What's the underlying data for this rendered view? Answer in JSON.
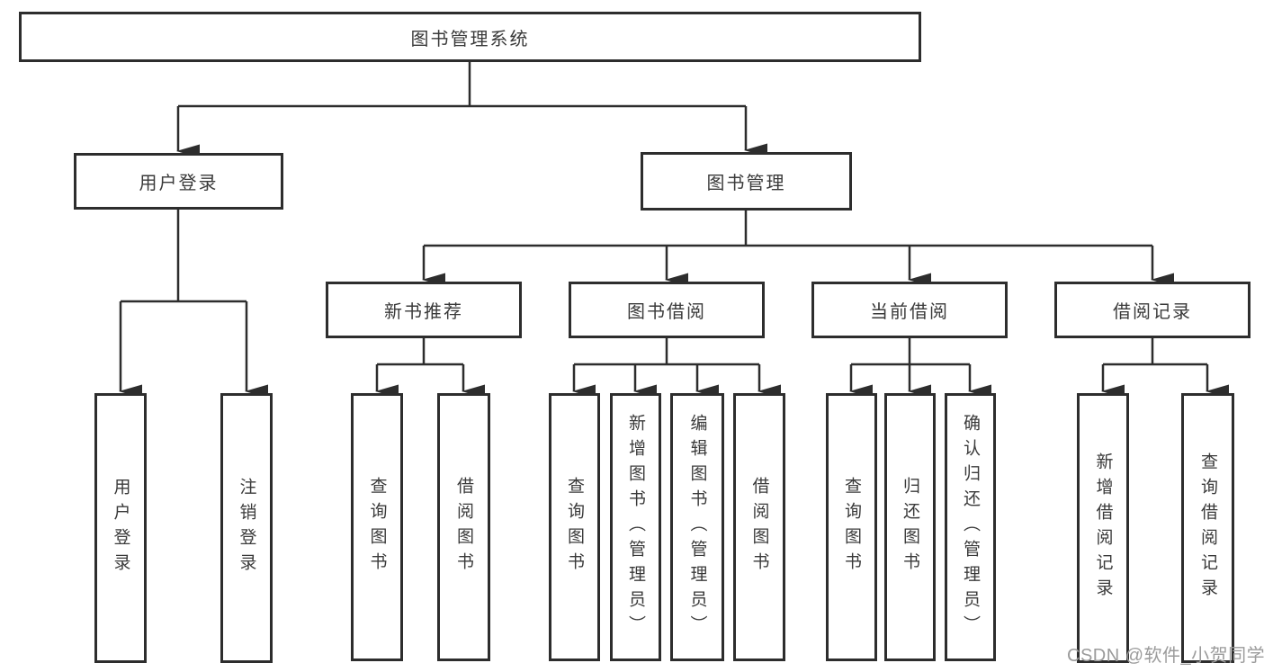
{
  "diagram_title": "图书管理系统",
  "nodes": {
    "root": {
      "label": "图书管理系统"
    },
    "user_login": {
      "label": "用户登录"
    },
    "book_management": {
      "label": "图书管理"
    },
    "new_book_recommend": {
      "label": "新书推荐"
    },
    "book_borrowing": {
      "label": "图书借阅"
    },
    "current_borrowing": {
      "label": "当前借阅"
    },
    "borrowing_records": {
      "label": "借阅记录"
    },
    "user_login_leaf": {
      "label": "用户登录"
    },
    "logout_leaf": {
      "label": "注销登录"
    },
    "query_books_recommend": {
      "label": "查询图书"
    },
    "borrow_books_recommend": {
      "label": "借阅图书"
    },
    "query_books_borrowing": {
      "label": "查询图书"
    },
    "add_books_admin": {
      "label": "新增图书（管理员）"
    },
    "edit_books_admin": {
      "label": "编辑图书（管理员）"
    },
    "borrow_books_borrowing": {
      "label": "借阅图书"
    },
    "query_books_current": {
      "label": "查询图书"
    },
    "return_books": {
      "label": "归还图书"
    },
    "confirm_return_admin": {
      "label": "确认归还（管理员）"
    },
    "add_borrow_record": {
      "label": "新增借阅记录"
    },
    "query_borrow_record": {
      "label": "查询借阅记录"
    }
  },
  "hierarchy": {
    "图书管理系统": {
      "用户登录": [
        "用户登录",
        "注销登录"
      ],
      "图书管理": {
        "新书推荐": [
          "查询图书",
          "借阅图书"
        ],
        "图书借阅": [
          "查询图书",
          "新增图书（管理员）",
          "编辑图书（管理员）",
          "借阅图书"
        ],
        "当前借阅": [
          "查询图书",
          "归还图书",
          "确认归还（管理员）"
        ],
        "借阅记录": [
          "新增借阅记录",
          "查询借阅记录"
        ]
      }
    }
  },
  "watermark": {
    "text": "CSDN @软件_小贺同学"
  },
  "colors": {
    "line": "#2d2d2d",
    "text": "#3a3a3a",
    "background": "#ffffff",
    "watermark": "#9b9b9b"
  }
}
